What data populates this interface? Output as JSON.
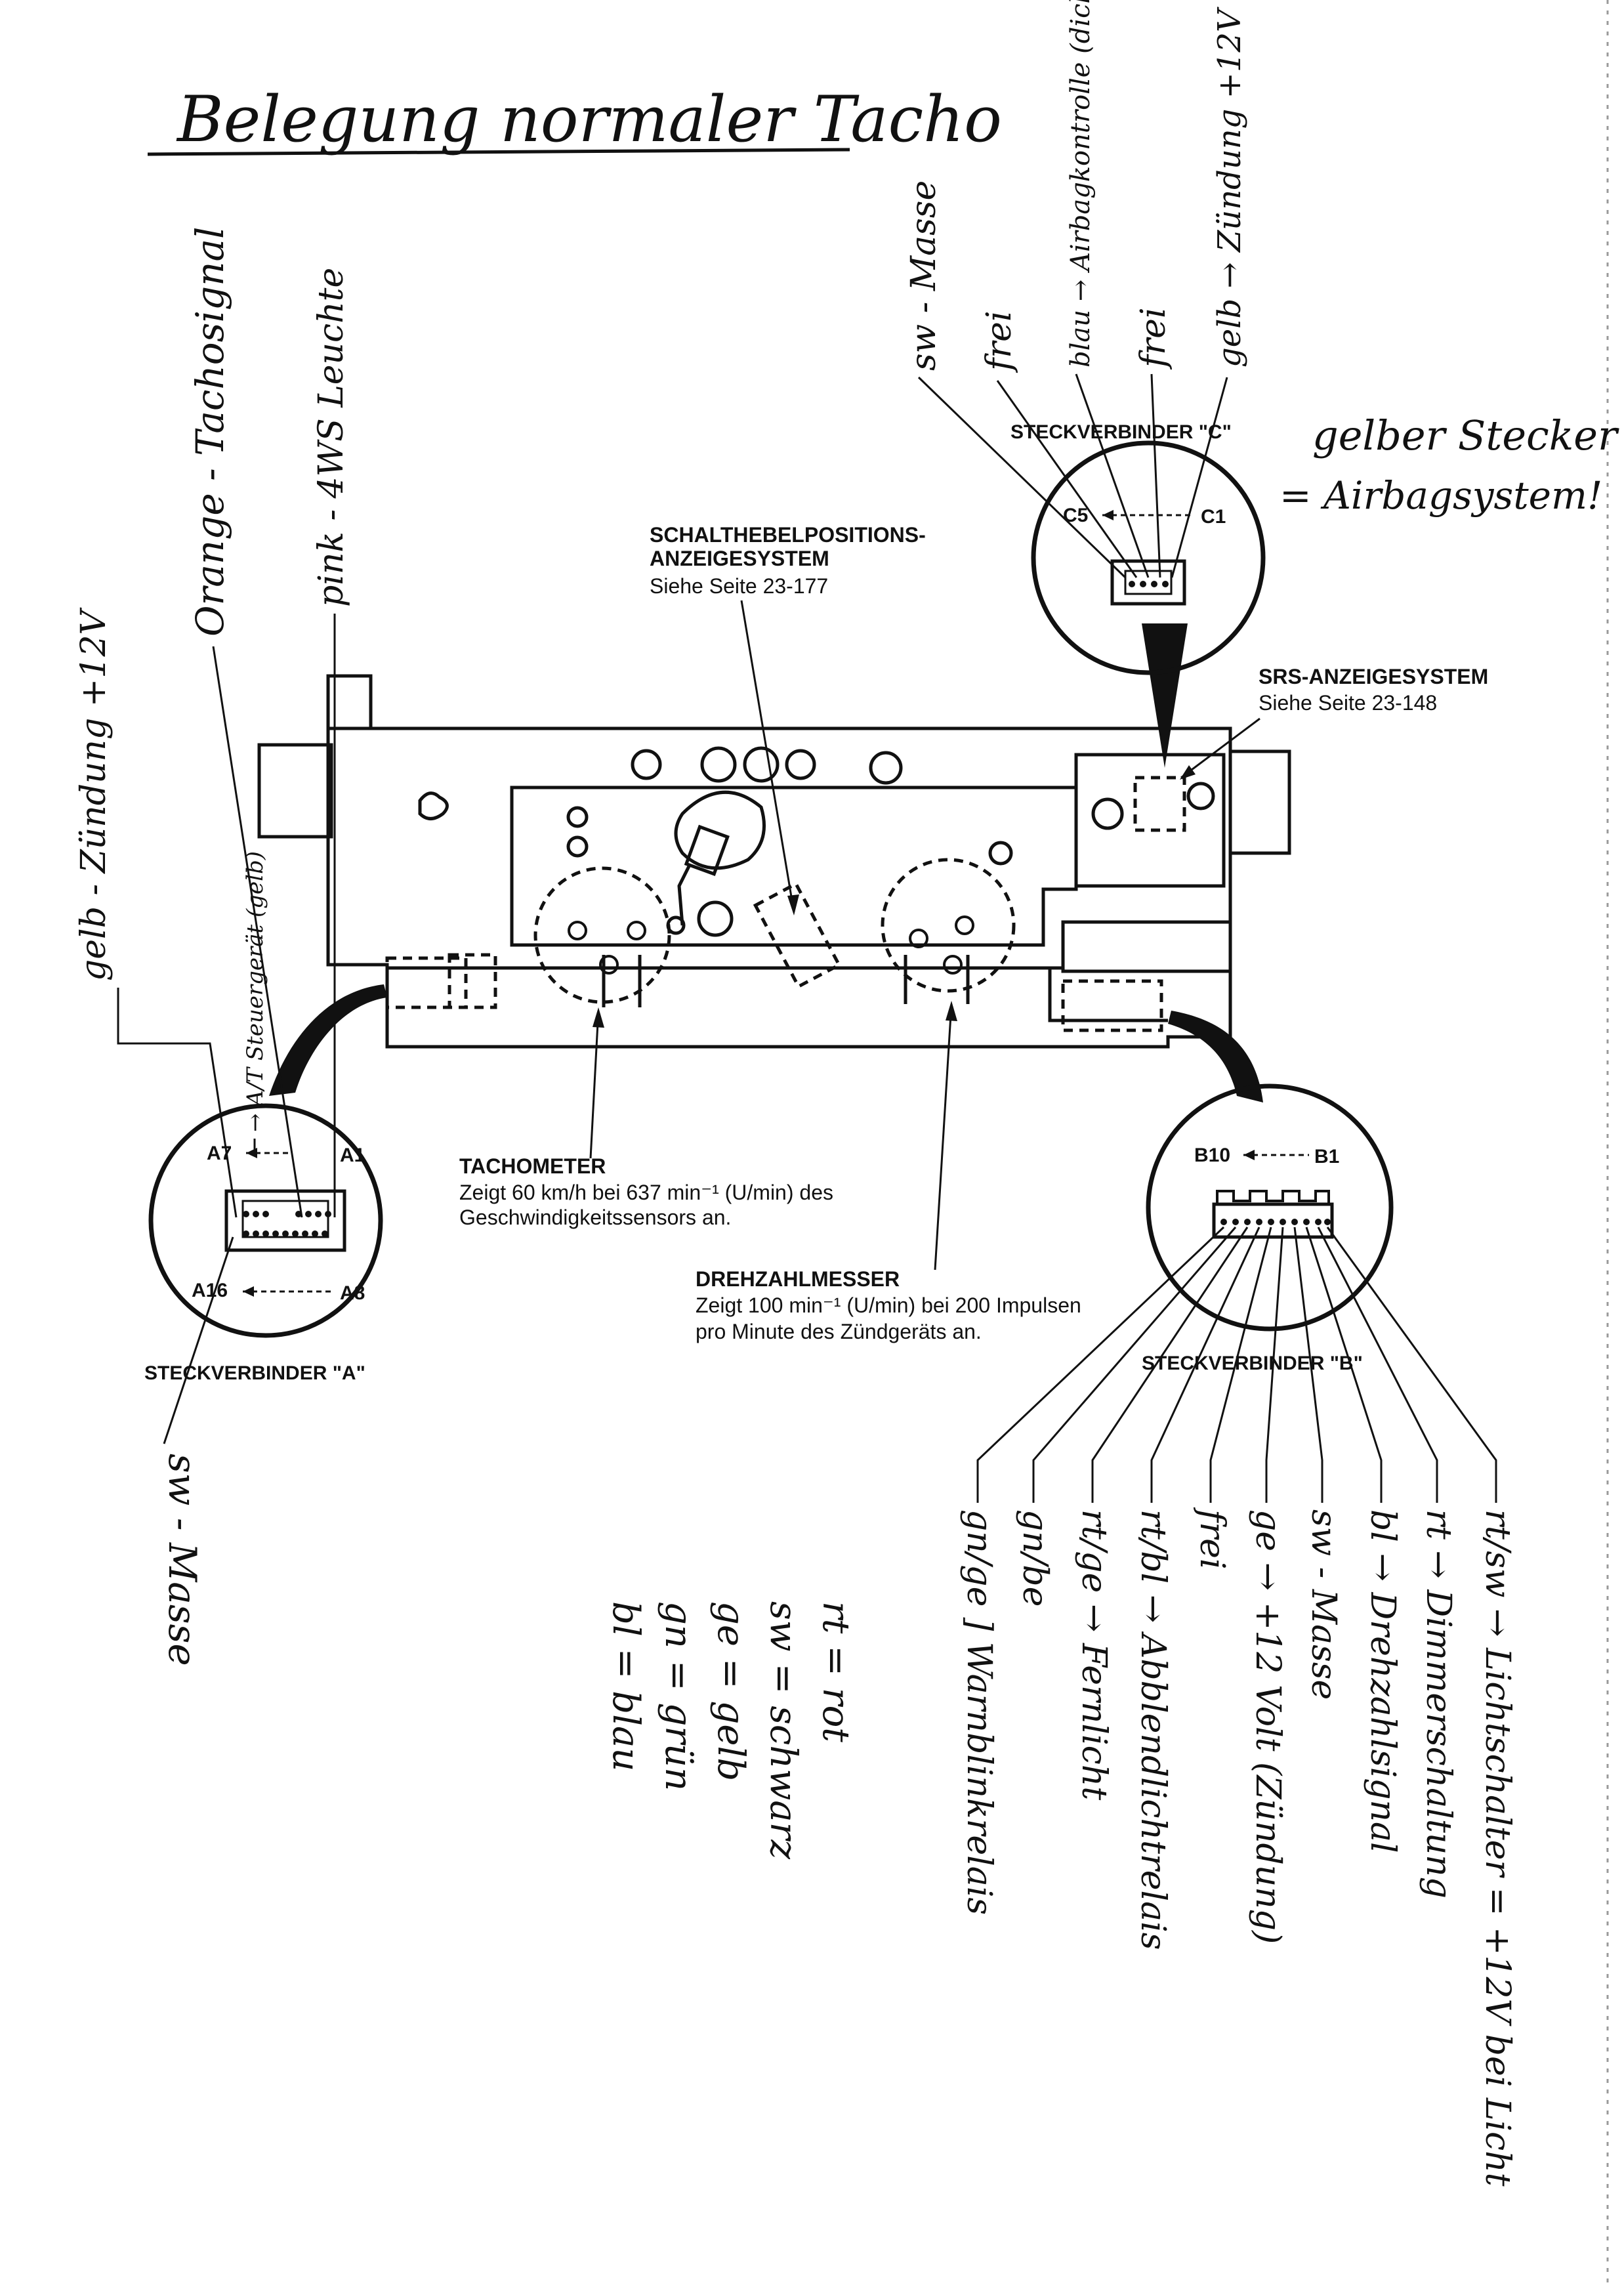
{
  "title": "Belegung normaler Tacho",
  "printed": {
    "connector_a": "STECKVERBINDER \"A\"",
    "connector_b": "STECKVERBINDER \"B\"",
    "connector_c": "STECKVERBINDER \"C\"",
    "pin_a7": "A7",
    "pin_a1": "A1",
    "pin_a16": "A16",
    "pin_a8": "A8",
    "pin_b10": "B10",
    "pin_b1": "B1",
    "pin_c5": "C5",
    "pin_c1": "C1",
    "shift_title_1": "SCHALTHEBELPOSITIONS-",
    "shift_title_2": "ANZEIGESYSTEM",
    "shift_ref": "Siehe Seite 23-177",
    "srs_title": "SRS-ANZEIGESYSTEM",
    "srs_ref": "Siehe Seite 23-148",
    "tacho_title": "TACHOMETER",
    "tacho_line1": "Zeigt 60 km/h bei 637 min⁻¹ (U/min) des",
    "tacho_line2": "Geschwindigkeitssensors an.",
    "rpm_title": "DREHZAHLMESSER",
    "rpm_line1": "Zeigt 100 min⁻¹ (U/min) bei 200 Impulsen",
    "rpm_line2": "pro Minute des Zündgeräts an."
  },
  "handwritten": {
    "connector_a_wires": [
      "gelb - Zündung +12V",
      "→ A/T Steuergerät (gelb)",
      "Orange - Tachosignal",
      "pink - 4WS Leuchte"
    ],
    "connector_a_ground": "sw - Masse",
    "connector_c_wires": [
      "sw - Masse",
      "frei",
      "blau → Airbagkontrolle (dick!)",
      "frei",
      "gelb → Zündung +12V"
    ],
    "connector_c_note_1": "gelber Stecker",
    "connector_c_note_2": "= Airbagsystem!",
    "connector_b_wires": [
      "gn/ge ] Warnblinkrelais",
      "gn/be",
      "rt/ge → Fernlicht",
      "rt/bl → Abblendlichtrelais",
      "frei",
      "ge → +12 Volt (Zündung)",
      "sw - Masse",
      "bl → Drehzahlsignal",
      "rt → Dimmerschaltung",
      "rt/sw → Lichtschalter = +12V bei Licht"
    ],
    "legend": [
      "rt = rot",
      "sw = schwarz",
      "ge = gelb",
      "gn = grün",
      "bl = blau"
    ]
  }
}
